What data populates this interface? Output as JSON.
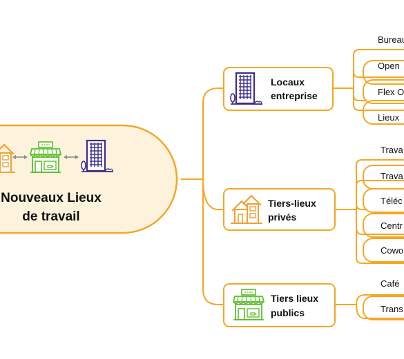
{
  "colors": {
    "line": "#f5a623",
    "central_fill": "#fdf3dc",
    "box_fill": "#ffffff",
    "building_purple": "#3d2e8a",
    "house_orange": "#f0a030",
    "shop_green": "#5cbf2a",
    "arrow_gray": "#8a8a8a",
    "text": "#111111"
  },
  "central": {
    "title_line1": "Nouveaux Lieux",
    "title_line2": "de travail",
    "icons": [
      "house-icon",
      "double-arrow-icon",
      "shop-icon",
      "double-arrow-icon",
      "office-building-icon"
    ]
  },
  "branches": [
    {
      "id": "locaux",
      "icon": "office-building-icon",
      "line1": "Locaux",
      "line2": "entreprise",
      "leaves": [
        "Bureau",
        "Open",
        "Flex O",
        "Lieux"
      ]
    },
    {
      "id": "tiers-prives",
      "icon": "house-icon",
      "line1": "Tiers-lieux",
      "line2": "privés",
      "leaves": [
        "Trava",
        "Trava",
        "Téléc",
        "Centr",
        "Cowo"
      ]
    },
    {
      "id": "tiers-publics",
      "icon": "shop-icon",
      "line1": "Tiers lieux",
      "line2": "publics",
      "leaves": [
        "Café",
        "Trans"
      ]
    }
  ]
}
